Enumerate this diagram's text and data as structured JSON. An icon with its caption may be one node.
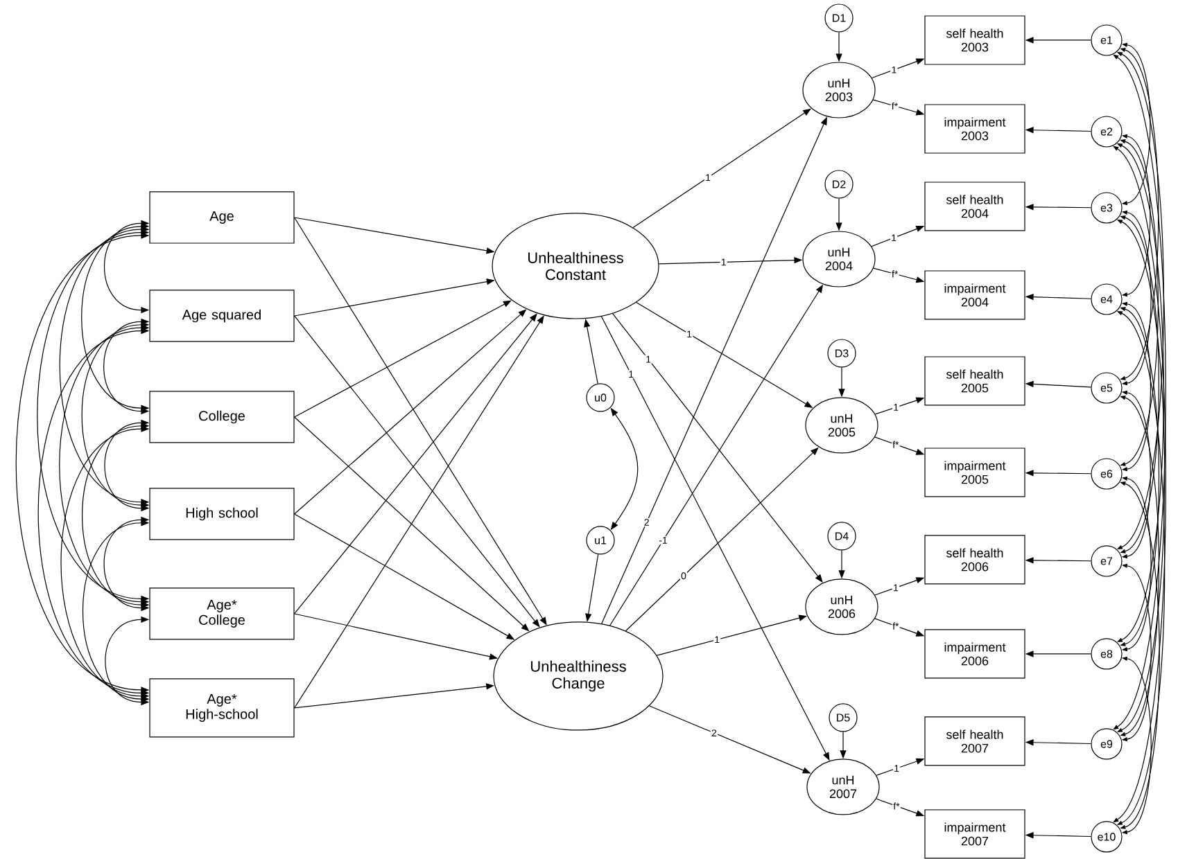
{
  "diagram": {
    "nodes": [
      {
        "text": [
          "Age"
        ]
      },
      {
        "text": [
          "Age squared"
        ]
      },
      {
        "text": [
          "College"
        ]
      },
      {
        "text": [
          "High school"
        ]
      },
      {
        "text": [
          "Age* College"
        ]
      },
      {
        "text": [
          "Age* High-school"
        ]
      },
      {
        "text": [
          "Unhealthiness Constant"
        ]
      },
      {
        "text": [
          "Unhealthiness Change"
        ]
      },
      {
        "text": [
          "u0"
        ]
      },
      {
        "text": [
          "u1"
        ]
      },
      {
        "text": [
          "D1"
        ]
      },
      {
        "text": [
          "D2"
        ]
      },
      {
        "text": [
          "D3"
        ]
      },
      {
        "text": [
          "D4"
        ]
      },
      {
        "text": [
          "D5"
        ]
      },
      {
        "text": [
          "unH 2003"
        ]
      },
      {
        "text": [
          "unH 2004"
        ]
      },
      {
        "text": [
          "unH 2005"
        ]
      },
      {
        "text": [
          "unH 2006"
        ]
      },
      {
        "text": [
          "unH 2007"
        ]
      },
      {
        "text": [
          "self health 2003"
        ]
      },
      {
        "text": [
          "impairment 2003"
        ]
      },
      {
        "text": [
          "self health 2004"
        ]
      },
      {
        "text": [
          "impairment 2004"
        ]
      },
      {
        "text": [
          "self health 2005"
        ]
      },
      {
        "text": [
          "impairment 2005"
        ]
      },
      {
        "text": [
          "self health 2006"
        ]
      },
      {
        "text": [
          "impairment 2006"
        ]
      },
      {
        "text": [
          "self health 2007"
        ]
      },
      {
        "text": [
          "impairment 2007"
        ]
      },
      {
        "text": [
          "e1"
        ]
      },
      {
        "text": [
          "e2"
        ]
      },
      {
        "text": [
          "e3"
        ]
      },
      {
        "text": [
          "e4"
        ]
      },
      {
        "text": [
          "e5"
        ]
      },
      {
        "text": [
          "e6"
        ]
      },
      {
        "text": [
          "e7"
        ]
      },
      {
        "text": [
          "e8"
        ]
      },
      {
        "text": [
          "e9"
        ]
      },
      {
        "text": [
          "e10"
        ]
      }
    ],
    "edges": [
      {
        "from": 0,
        "to": 6,
        "arrow": "to"
      },
      {
        "from": 0,
        "to": 7,
        "arrow": "to"
      },
      {
        "from": 1,
        "to": 6,
        "arrow": "to"
      },
      {
        "from": 1,
        "to": 7,
        "arrow": "to"
      },
      {
        "from": 2,
        "to": 6,
        "arrow": "to"
      },
      {
        "from": 2,
        "to": 7,
        "arrow": "to"
      },
      {
        "from": 3,
        "to": 6,
        "arrow": "to"
      },
      {
        "from": 3,
        "to": 7,
        "arrow": "to"
      },
      {
        "from": 4,
        "to": 6,
        "arrow": "to"
      },
      {
        "from": 4,
        "to": 7,
        "arrow": "to"
      },
      {
        "from": 5,
        "to": 6,
        "arrow": "to"
      },
      {
        "from": 5,
        "to": 7,
        "arrow": "to"
      },
      {
        "from": 0,
        "to": 1,
        "arrow": "both"
      },
      {
        "from": 0,
        "to": 2,
        "arrow": "both"
      },
      {
        "from": 0,
        "to": 3,
        "arrow": "both"
      },
      {
        "from": 0,
        "to": 4,
        "arrow": "both"
      },
      {
        "from": 0,
        "to": 5,
        "arrow": "both"
      },
      {
        "from": 1,
        "to": 2,
        "arrow": "both"
      },
      {
        "from": 1,
        "to": 3,
        "arrow": "both"
      },
      {
        "from": 1,
        "to": 4,
        "arrow": "both"
      },
      {
        "from": 1,
        "to": 5,
        "arrow": "both"
      },
      {
        "from": 2,
        "to": 3,
        "arrow": "both"
      },
      {
        "from": 2,
        "to": 4,
        "arrow": "both"
      },
      {
        "from": 2,
        "to": 5,
        "arrow": "both"
      },
      {
        "from": 3,
        "to": 4,
        "arrow": "both"
      },
      {
        "from": 3,
        "to": 5,
        "arrow": "both"
      },
      {
        "from": 4,
        "to": 5,
        "arrow": "both"
      },
      {
        "from": 8,
        "to": 6,
        "arrow": "to"
      },
      {
        "from": 9,
        "to": 7,
        "arrow": "to"
      },
      {
        "from": 8,
        "to": 9,
        "arrow": "both"
      },
      {
        "from": 6,
        "to": 15,
        "arrow": "to",
        "label": "1"
      },
      {
        "from": 6,
        "to": 16,
        "arrow": "to",
        "label": "1"
      },
      {
        "from": 6,
        "to": 17,
        "arrow": "to",
        "label": "1"
      },
      {
        "from": 6,
        "to": 18,
        "arrow": "to",
        "label": "1"
      },
      {
        "from": 6,
        "to": 19,
        "arrow": "to",
        "label": "1"
      },
      {
        "from": 7,
        "to": 15,
        "arrow": "to",
        "label": "2"
      },
      {
        "from": 7,
        "to": 16,
        "arrow": "to",
        "label": "-1"
      },
      {
        "from": 7,
        "to": 17,
        "arrow": "to",
        "label": "0"
      },
      {
        "from": 7,
        "to": 18,
        "arrow": "to",
        "label": "1"
      },
      {
        "from": 7,
        "to": 19,
        "arrow": "to",
        "label": "2"
      },
      {
        "from": 10,
        "to": 15,
        "arrow": "to"
      },
      {
        "from": 11,
        "to": 16,
        "arrow": "to"
      },
      {
        "from": 12,
        "to": 17,
        "arrow": "to"
      },
      {
        "from": 13,
        "to": 18,
        "arrow": "to"
      },
      {
        "from": 14,
        "to": 19,
        "arrow": "to"
      },
      {
        "from": 15,
        "to": 20,
        "arrow": "to",
        "label": "1"
      },
      {
        "from": 15,
        "to": 21,
        "arrow": "to",
        "label": "f*"
      },
      {
        "from": 16,
        "to": 22,
        "arrow": "to",
        "label": "1"
      },
      {
        "from": 16,
        "to": 23,
        "arrow": "to",
        "label": "f*"
      },
      {
        "from": 17,
        "to": 24,
        "arrow": "to",
        "label": "1"
      },
      {
        "from": 17,
        "to": 25,
        "arrow": "to",
        "label": "f*"
      },
      {
        "from": 18,
        "to": 26,
        "arrow": "to",
        "label": "1"
      },
      {
        "from": 18,
        "to": 27,
        "arrow": "to",
        "label": "f*"
      },
      {
        "from": 19,
        "to": 28,
        "arrow": "to",
        "label": "1"
      },
      {
        "from": 19,
        "to": 29,
        "arrow": "to",
        "label": "f*"
      },
      {
        "from": 30,
        "to": 20,
        "arrow": "to"
      },
      {
        "from": 31,
        "to": 21,
        "arrow": "to"
      },
      {
        "from": 32,
        "to": 22,
        "arrow": "to"
      },
      {
        "from": 33,
        "to": 23,
        "arrow": "to"
      },
      {
        "from": 34,
        "to": 24,
        "arrow": "to"
      },
      {
        "from": 35,
        "to": 25,
        "arrow": "to"
      },
      {
        "from": 36,
        "to": 26,
        "arrow": "to"
      },
      {
        "from": 37,
        "to": 27,
        "arrow": "to"
      },
      {
        "from": 38,
        "to": 28,
        "arrow": "to"
      },
      {
        "from": 39,
        "to": 29,
        "arrow": "to"
      },
      {
        "from": 30,
        "to": 32,
        "arrow": "both"
      },
      {
        "from": 30,
        "to": 34,
        "arrow": "both"
      },
      {
        "from": 30,
        "to": 36,
        "arrow": "both"
      },
      {
        "from": 30,
        "to": 38,
        "arrow": "both"
      },
      {
        "from": 32,
        "to": 34,
        "arrow": "both"
      },
      {
        "from": 32,
        "to": 36,
        "arrow": "both"
      },
      {
        "from": 32,
        "to": 38,
        "arrow": "both"
      },
      {
        "from": 34,
        "to": 36,
        "arrow": "both"
      },
      {
        "from": 34,
        "to": 38,
        "arrow": "both"
      },
      {
        "from": 36,
        "to": 38,
        "arrow": "both"
      },
      {
        "from": 31,
        "to": 33,
        "arrow": "both"
      },
      {
        "from": 31,
        "to": 35,
        "arrow": "both"
      },
      {
        "from": 31,
        "to": 37,
        "arrow": "both"
      },
      {
        "from": 31,
        "to": 39,
        "arrow": "both"
      },
      {
        "from": 33,
        "to": 35,
        "arrow": "both"
      },
      {
        "from": 33,
        "to": 37,
        "arrow": "both"
      },
      {
        "from": 33,
        "to": 39,
        "arrow": "both"
      },
      {
        "from": 35,
        "to": 37,
        "arrow": "both"
      },
      {
        "from": 35,
        "to": 39,
        "arrow": "both"
      },
      {
        "from": 37,
        "to": 39,
        "arrow": "both"
      }
    ]
  }
}
